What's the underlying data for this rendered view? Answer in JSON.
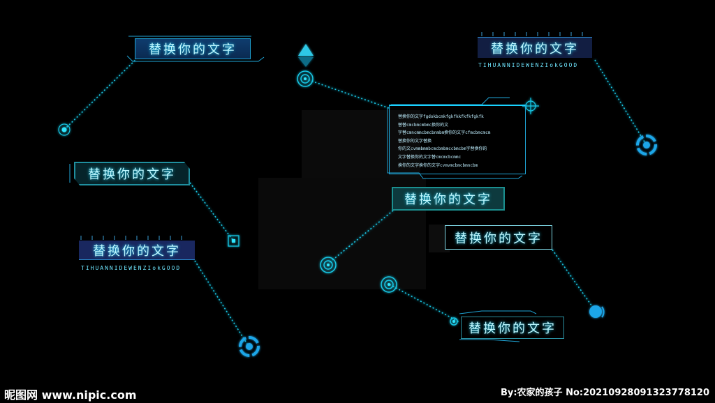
{
  "labels": {
    "l1": "替换你的文字",
    "l2": "替换你的文字",
    "l3": "替换你的文字",
    "l4": "替换你的文字",
    "l5": "替换你的文字",
    "l6": "替换你的文字",
    "l7": "替换你的文字"
  },
  "sub_labels": {
    "s2": "TIHUANNIDEWENZIokGOOD",
    "s4": "TIHUANNIDEWENZIokGOOD"
  },
  "info_panel": {
    "lines": [
      "替换你的文字fgdokbcmkfgkfkkfkfkfgkfk",
      "替替cmcbmcmbmc换你的文",
      "字替cmncmmcbmcbnmbm换你的文字cfmcbmcmcm",
      "替换你的文字替换",
      "你的文cvmmbmmbcmcbmbmccbmcbm字替换你的",
      "文字替换你的文字替cmcmcbcmmc",
      "换你的文字换你的文字cvmvmcbmcbmncbm"
    ]
  },
  "watermark": {
    "left": "昵图网 www.nipic.com",
    "right": "By:农家的孩子 No:20210928091323778120"
  },
  "colors": {
    "background": "#000000",
    "line": "#19c8e6",
    "text": "#bdf7ff",
    "accent": "#1fd6ff"
  }
}
